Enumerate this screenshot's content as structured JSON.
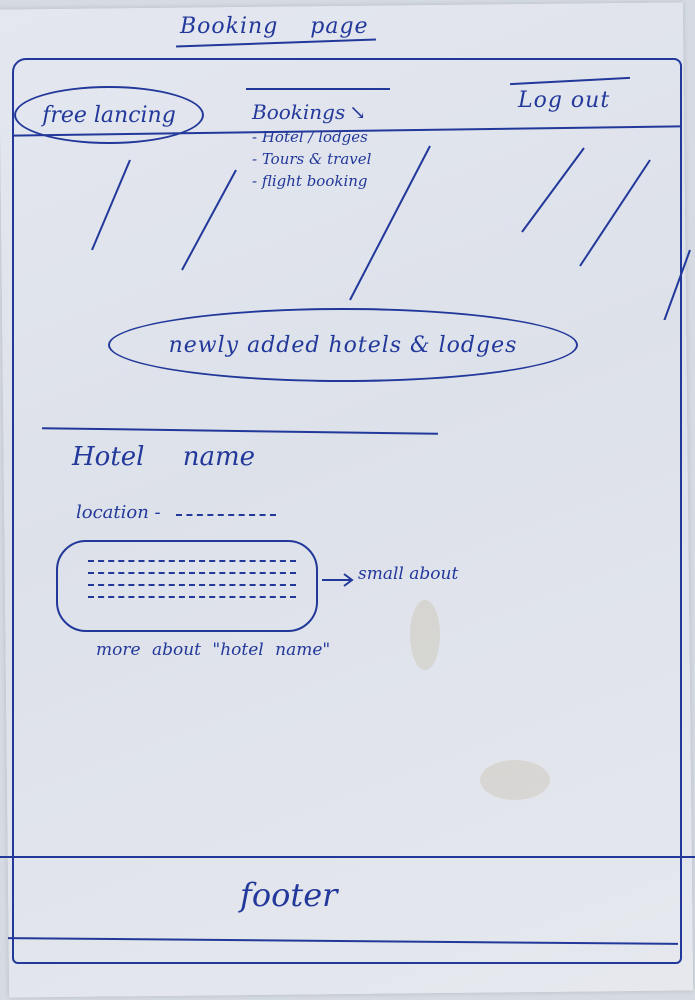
{
  "page": {
    "title": "Booking page"
  },
  "navbar": {
    "brand": "free lancing",
    "bookings": {
      "label": "Bookings",
      "items": [
        "- Hotel / lodges",
        "- Tours & travel",
        "- flight booking"
      ]
    },
    "logout": "Log out"
  },
  "newly_added": {
    "label": "newly added hotels & lodges"
  },
  "hotel": {
    "name": "Hotel name",
    "location": "location -",
    "small_about_label": "small about",
    "more_about": "more about \"hotel name\""
  },
  "footer": {
    "label": "footer"
  },
  "colors": {
    "ink": "#22389a",
    "paper": "#e4e7ef"
  }
}
